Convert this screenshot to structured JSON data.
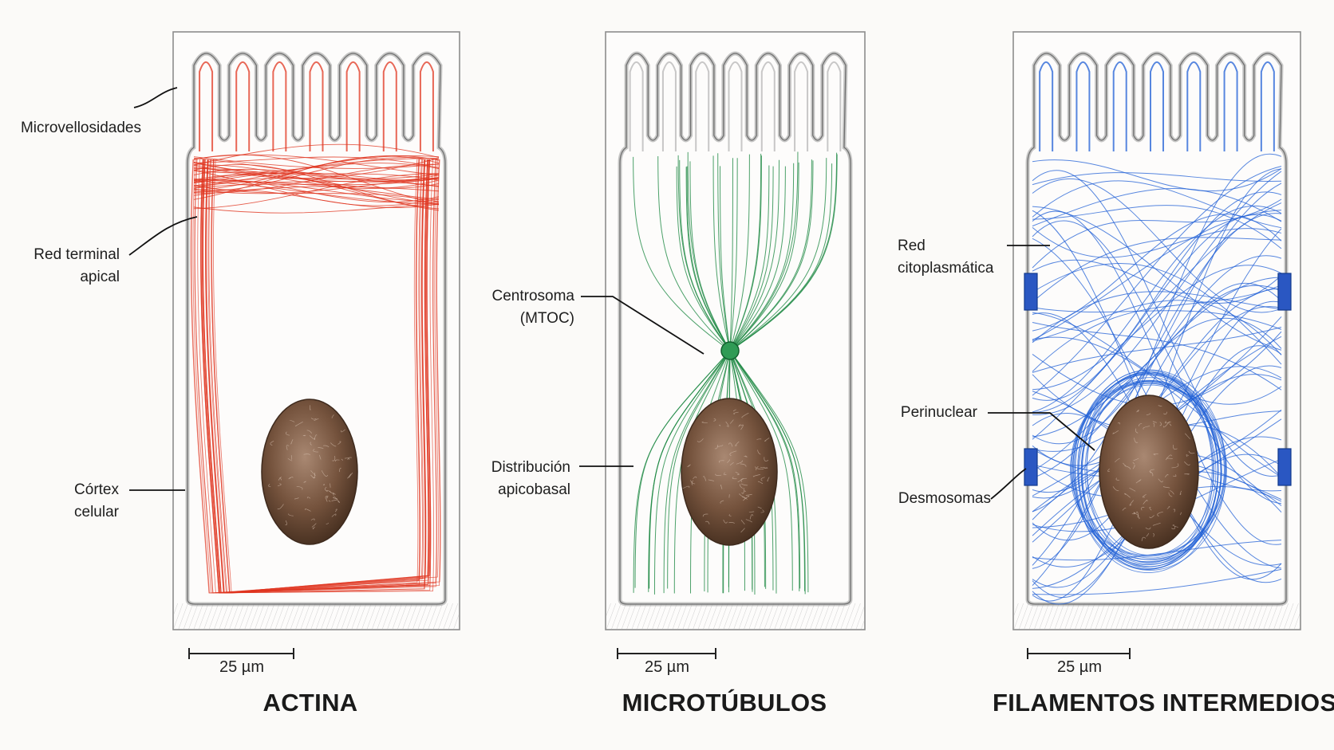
{
  "panels": [
    {
      "id": "actina",
      "title": "ACTINA",
      "color": "#e0351f",
      "scale_label": "25 µm",
      "labels": {
        "microvilli": "Microvellosidades",
        "terminal_web_1": "Red terminal",
        "terminal_web_2": "apical",
        "cortex_1": "Córtex",
        "cortex_2": "celular"
      }
    },
    {
      "id": "microtubulos",
      "title": "MICROTÚBULOS",
      "color": "#1f8a45",
      "scale_label": "25 µm",
      "labels": {
        "centrosome_1": "Centrosoma",
        "centrosome_2": "(MTOC)",
        "distribution_1": "Distribución",
        "distribution_2": "apicobasal"
      }
    },
    {
      "id": "filamentos",
      "title": "FILAMENTOS INTERMEDIOS",
      "color": "#1f5fd6",
      "scale_label": "25 µm",
      "labels": {
        "network_1": "Red",
        "network_2": "citoplasmática",
        "perinuclear": "Perinuclear",
        "desmosomes": "Desmosomas"
      }
    }
  ],
  "colors": {
    "nucleus": "#6b4a36",
    "outline": "#8a8a8a",
    "background": "#fbfaf8"
  }
}
